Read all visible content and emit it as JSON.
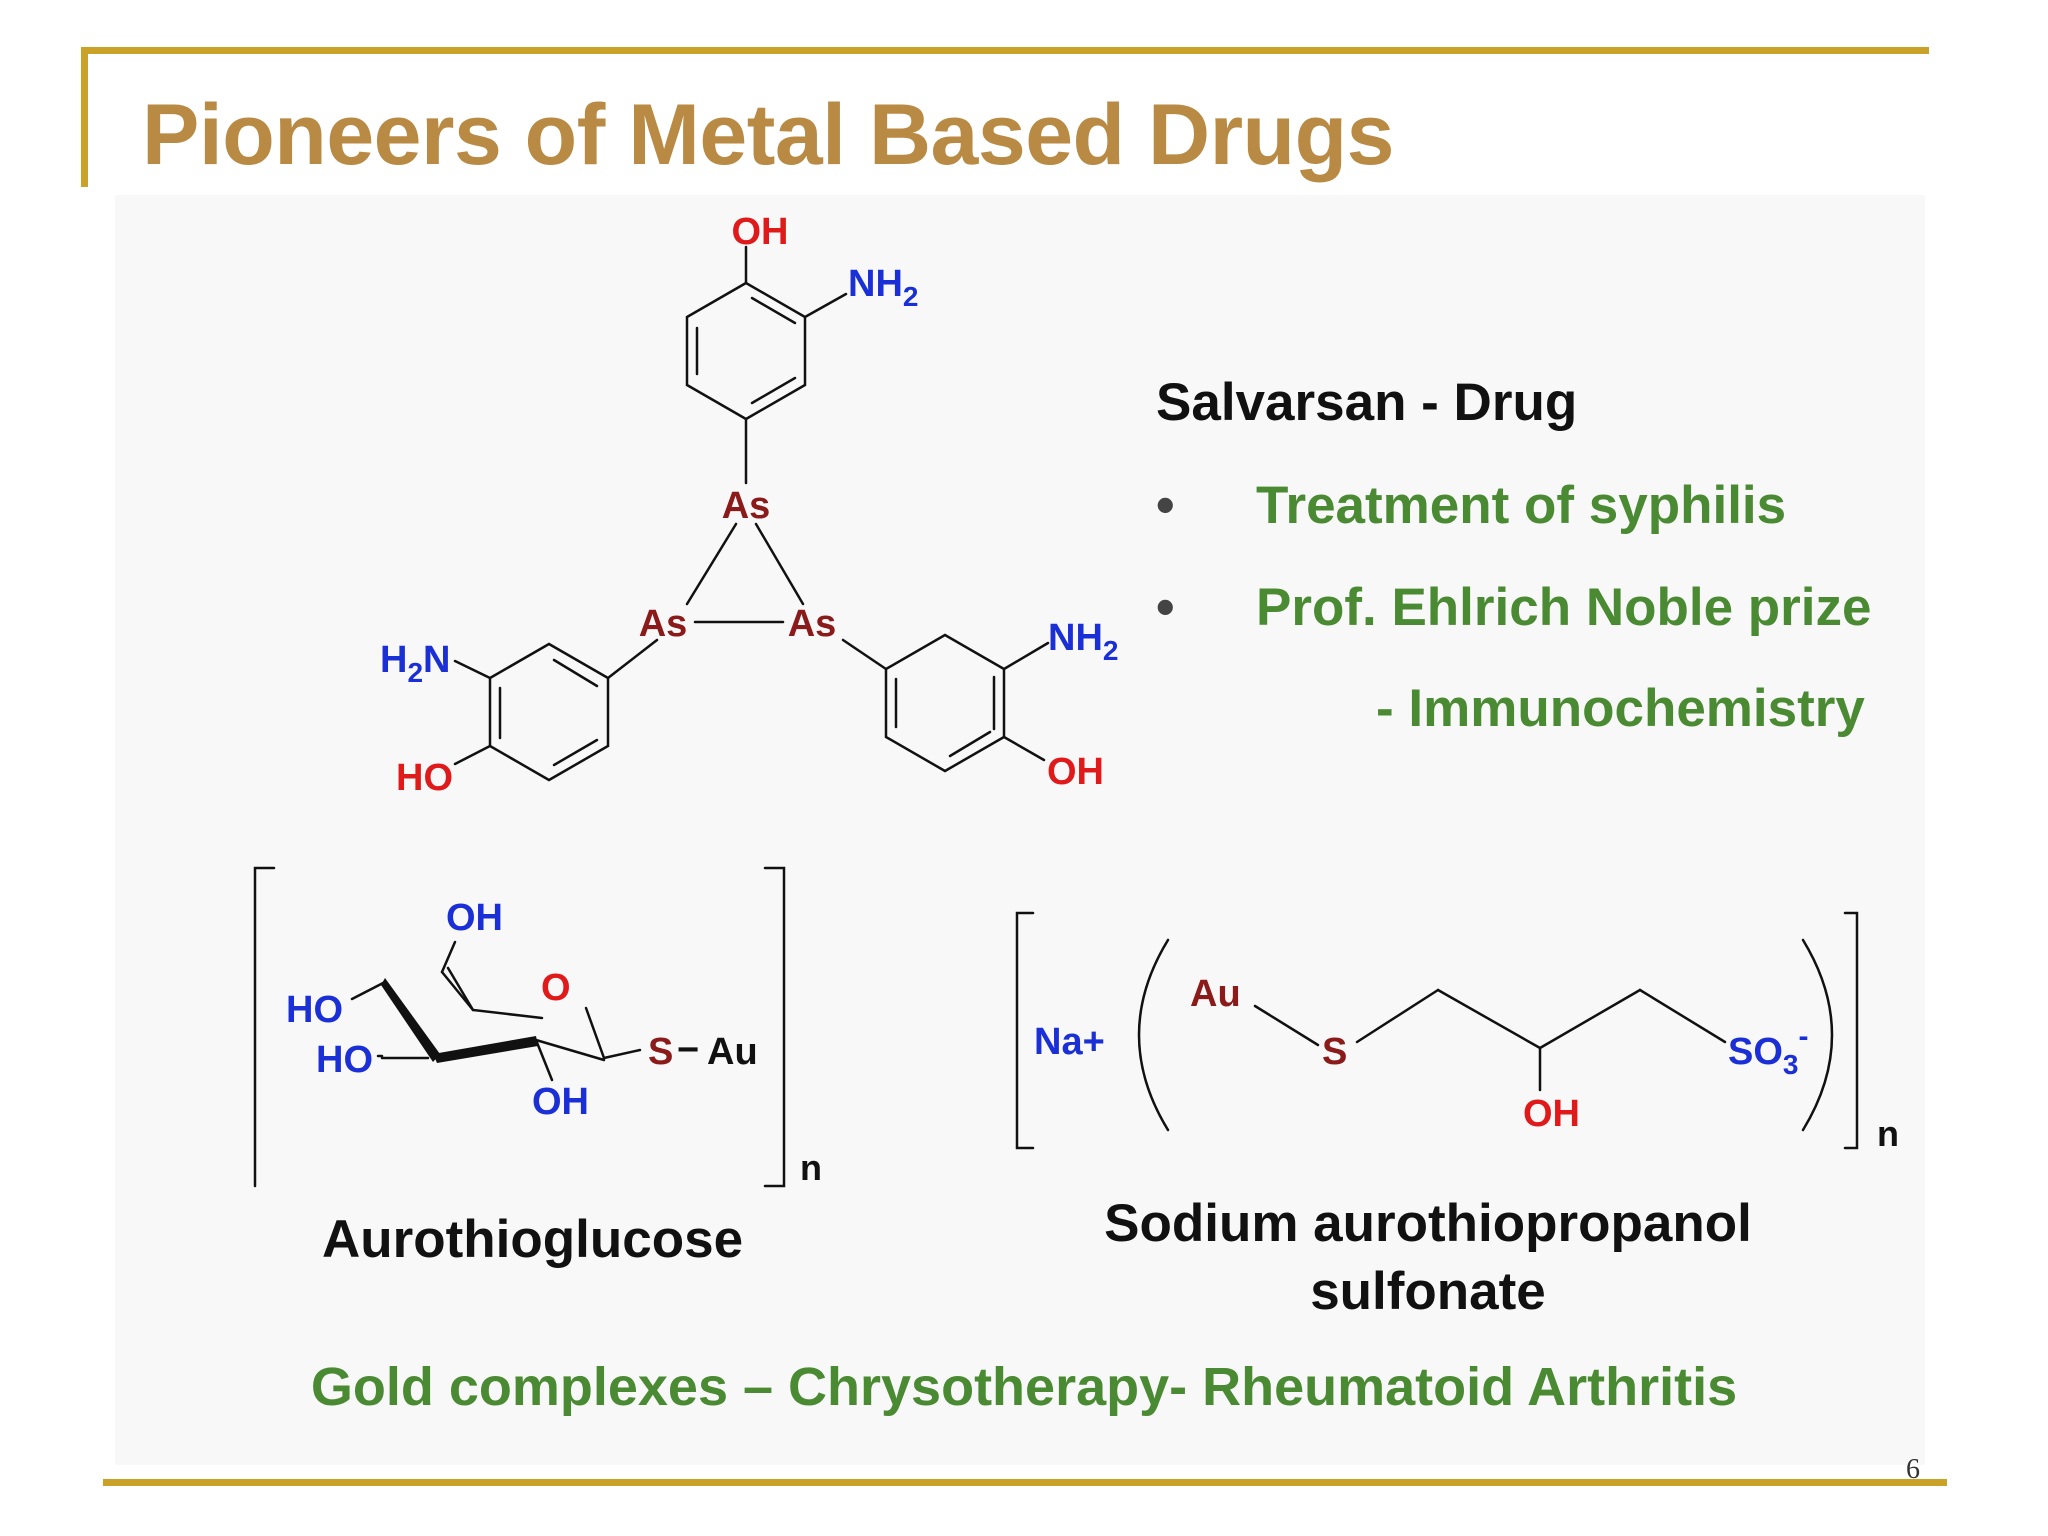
{
  "slide": {
    "title": "Pioneers of Metal Based Drugs",
    "page_number": "6",
    "colors": {
      "title": "#b98a43",
      "frame": "#c9a227",
      "bullet_text": "#4a8a32",
      "arsenic": "#8b1a1a",
      "oxygen": "#e01a1a",
      "nitrogen": "#1a2fd6"
    }
  },
  "salvarsan": {
    "heading": "Salvarsan - Drug",
    "bullet_char": "•",
    "bullets": [
      "Treatment of syphilis",
      "Prof. Ehlrich Noble prize"
    ],
    "sub_bullet": "- Immunochemistry",
    "structure": {
      "top_oh": "OH",
      "top_nh2": "NH",
      "nh2_subscript": "2",
      "as_top": "As",
      "as_left": "As",
      "as_right": "As",
      "left_h2n_h": "H",
      "left_h2n_sub": "2",
      "left_h2n_n": "N",
      "left_ho": "HO",
      "right_nh2": "NH",
      "right_nh2_sub": "2",
      "right_oh": "OH"
    }
  },
  "aurothioglucose": {
    "caption": "Aurothioglucose",
    "labels": {
      "oh_top": "OH",
      "ring_o": "O",
      "ho_upper": "HO",
      "ho_lower": "HO",
      "oh_bottom": "OH",
      "s": "S",
      "dash": "−",
      "au": "Au",
      "n": "n"
    }
  },
  "sodium_aurothiopropanol": {
    "caption_line1": "Sodium aurothiopropanol",
    "caption_line2": "sulfonate",
    "labels": {
      "na": "Na+",
      "au": "Au",
      "s": "S",
      "oh": "OH",
      "so3": "SO",
      "so3_sub": "3",
      "so3_sup": "-",
      "n": "n"
    }
  },
  "footer": "Gold complexes – Chrysotherapy- Rheumatoid Arthritis"
}
